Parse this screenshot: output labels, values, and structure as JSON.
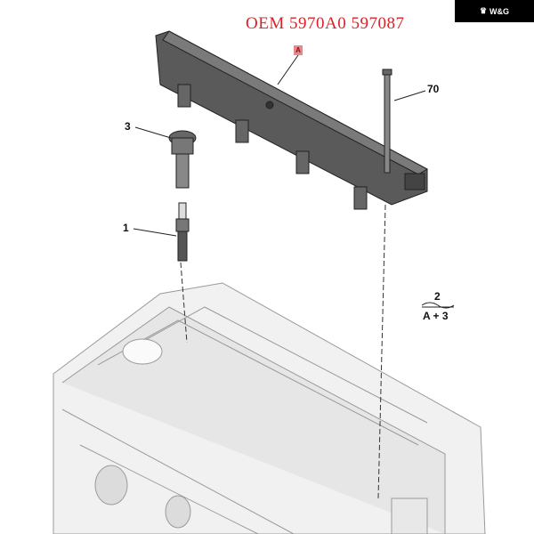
{
  "logo": {
    "icon": "crown-icon",
    "text": "W&G"
  },
  "title": "OEM 5970A0 597087",
  "callouts": {
    "coil_rail": "A",
    "bolt": "70",
    "boot": "3",
    "spark_plug": "1",
    "qty": "2",
    "qty_formula": "A + 3"
  },
  "colors": {
    "title": "#d8232a",
    "badge": "#e8888c",
    "part": "#4a4a4a"
  }
}
